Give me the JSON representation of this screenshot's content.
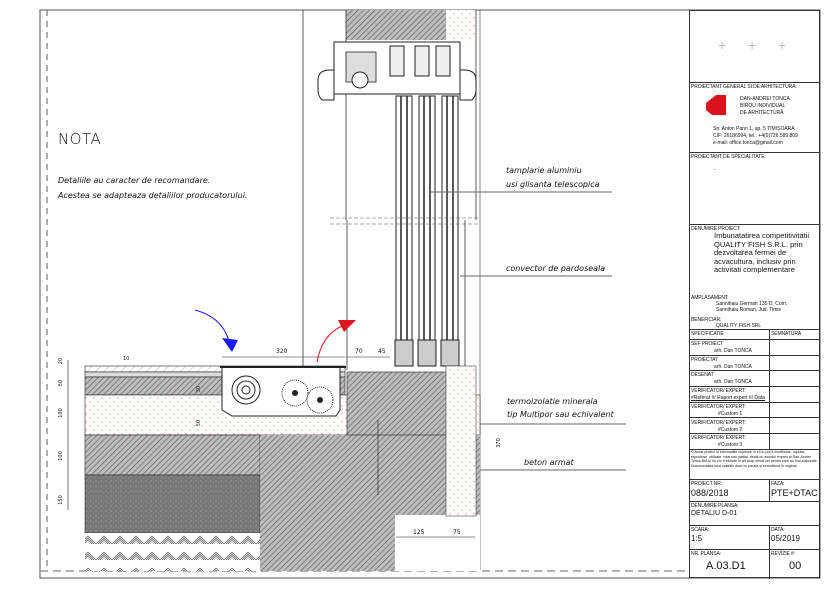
{
  "note": {
    "title": "NOTA",
    "lines": [
      "Detaliile au caracter de recomandare.",
      "Acestea se adapteaza detaliilor producatorului."
    ]
  },
  "annotations": {
    "tamplarie_1": "tamplarie aluminiu",
    "tamplarie_2": "usi glisanta telescopica",
    "convector": "convector de pardoseala",
    "termo_1": "termoizolatie minerala",
    "termo_2": "tip Multipor sau echivalent",
    "beton": "beton armat"
  },
  "dimensions": {
    "d320": "320",
    "d70": "70",
    "d45": "45",
    "d10": "10",
    "d20": "20",
    "d50a": "50",
    "d100a": "100",
    "d100b": "100",
    "d150": "150",
    "d30": "30",
    "d50b": "50",
    "d370": "370",
    "d125": "125",
    "d75": "75"
  },
  "colors": {
    "arrow_cold": "#1a1aff",
    "arrow_warm": "#e0141e",
    "logo_red": "#d9121b",
    "insulation_dots": "#e8a080"
  },
  "title_block": {
    "general_designer_label": "PROIECTANT GENERAL SI DE ARHITECTURA:",
    "firm_line1": "DAN-ANDREI TONCA",
    "firm_line2": "BIROU INDIVIDUAL",
    "firm_line3": "DE ARHITECTURĂ",
    "address": "Str. Anton Pann 1, ap. 5 TIMIȘOARA",
    "cif": "CIF: 26186994, tel.: +4(0)726.589.809",
    "email": "e-mail: office.tonca@gmail.com",
    "specialty_label": "PROIECTANT DE SPECIALITATE:",
    "specialty_value": "-",
    "project_name_label": "DENUMIRE PROIECT:",
    "project_name": "Imbunatatirea competitivitatii QUALITY FISH S.R.L. prin dezvoltarea fermei de acvacultura, inclusiv prin activitati complementare",
    "location_label": "AMPLASAMENT:",
    "location_1": "Sannihaiu German 135 D, Com.",
    "location_2": "Sannihaiu Roman, Jud. Timis",
    "beneficiary_label": "BENEFICIAR:",
    "beneficiary": "QUALITY FISH SRL",
    "spec_header": "SPECIFICATIE",
    "sign_header": "SEMNATURA",
    "rows": [
      {
        "label": "SEF PROIECT",
        "value": "arh. Dan TONCA"
      },
      {
        "label": "PROIECTAT",
        "value": "arh. Dan TONCA"
      },
      {
        "label": "DESENAT",
        "value": "arh. Dan TONCA"
      },
      {
        "label": "VERIFICATOR/ EXPERT:",
        "value": "#Referat #/ Raport expert #/ Data"
      },
      {
        "label": "VERIFICATOR/ EXPERT:",
        "value": "#Custom 1"
      },
      {
        "label": "VERIFICATOR/ EXPERT:",
        "value": "#Custom 2"
      },
      {
        "label": "VERIFICATOR/ EXPERT:",
        "value": "#Custom 3"
      }
    ],
    "copyright": "© Acest proiect și informațiile cuprinse în el nu pot fi modificate, copiate, reproduse, utilizate, total sau parțial, decât cu acordul expres al Dan-Andrei Tonca BIA și nu vor fi folosite în alt scop decât cel pentru care au fost elaborate. Documentația sunt valabile doar cu parafa și semnătura în original.",
    "project_nr_label": "PROIECT NR.:",
    "project_nr": "088/2018",
    "phase_label": "FAZA:",
    "phase": "PTE+DTAC",
    "sheet_name_label": "DENUMIRE PLANSA:",
    "sheet_name": "DETALIU D-01",
    "scale_label": "SCARA:",
    "scale": "1:5",
    "date_label": "DATA:",
    "date": "05/2019",
    "sheet_nr_label": "NR. PLANSA:",
    "sheet_nr": "A.03.D1",
    "revision_label": "REVIZIE #:",
    "revision": "00"
  }
}
